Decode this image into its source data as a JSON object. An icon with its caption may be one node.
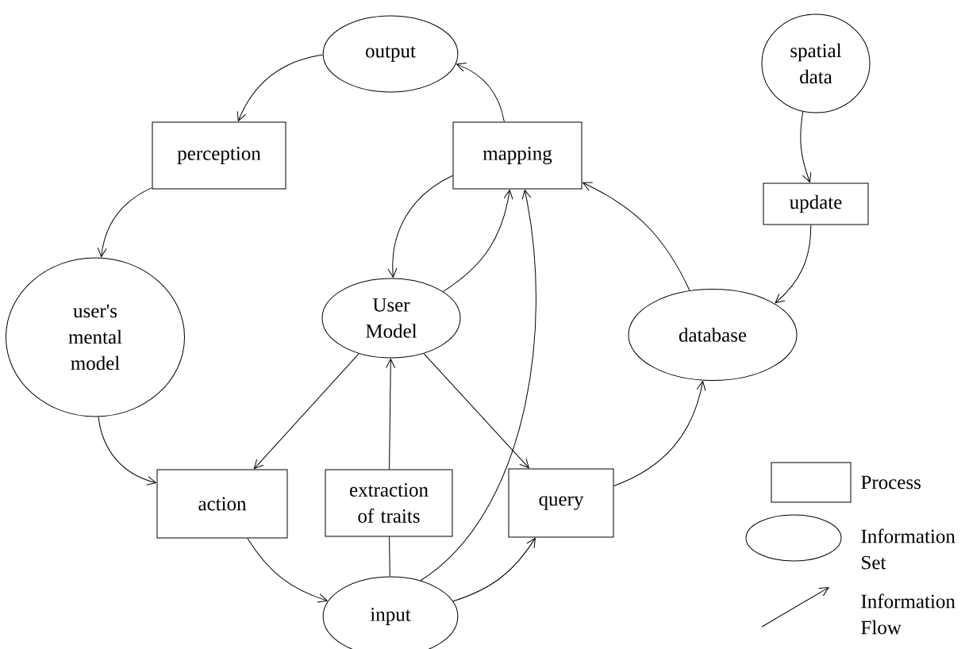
{
  "diagram": {
    "nodes": [
      {
        "text": [
          "output"
        ]
      },
      {
        "text": [
          "spatial data"
        ]
      },
      {
        "text": [
          "perception"
        ]
      },
      {
        "text": [
          "mapping"
        ]
      },
      {
        "text": [
          "update"
        ]
      },
      {
        "text": [
          "user's mental model"
        ]
      },
      {
        "text": [
          "database"
        ]
      },
      {
        "text": [
          "User Model"
        ]
      },
      {
        "text": [
          "action"
        ]
      },
      {
        "text": [
          "extraction of traits"
        ]
      },
      {
        "text": [
          "query"
        ]
      },
      {
        "text": [
          "input"
        ]
      }
    ],
    "edges": [
      {
        "from": 3,
        "to": 0,
        "arrow": "to"
      },
      {
        "from": 0,
        "to": 2,
        "arrow": "to"
      },
      {
        "from": 2,
        "to": 5,
        "arrow": "to"
      },
      {
        "from": 5,
        "to": 8,
        "arrow": "to"
      },
      {
        "from": 8,
        "to": 11,
        "arrow": "to"
      },
      {
        "from": 11,
        "to": 10,
        "arrow": "to"
      },
      {
        "from": 10,
        "to": 6,
        "arrow": "to"
      },
      {
        "from": 6,
        "to": 3,
        "arrow": "to"
      },
      {
        "from": 1,
        "to": 4,
        "arrow": "to"
      },
      {
        "from": 4,
        "to": 6,
        "arrow": "to"
      },
      {
        "from": 3,
        "to": 7,
        "arrow": "to"
      },
      {
        "from": 7,
        "to": 3,
        "arrow": "to"
      },
      {
        "from": 11,
        "to": 3,
        "arrow": "to"
      },
      {
        "from": 7,
        "to": 8,
        "arrow": "to"
      },
      {
        "from": 7,
        "to": 10,
        "arrow": "to"
      },
      {
        "from": 9,
        "to": 7,
        "arrow": "to"
      },
      {
        "from": 9,
        "to": 11,
        "arrow": "none"
      }
    ],
    "legend": [
      {
        "text": "Process"
      },
      {
        "text": "Information Set"
      },
      {
        "text": "Information Flow"
      }
    ]
  }
}
